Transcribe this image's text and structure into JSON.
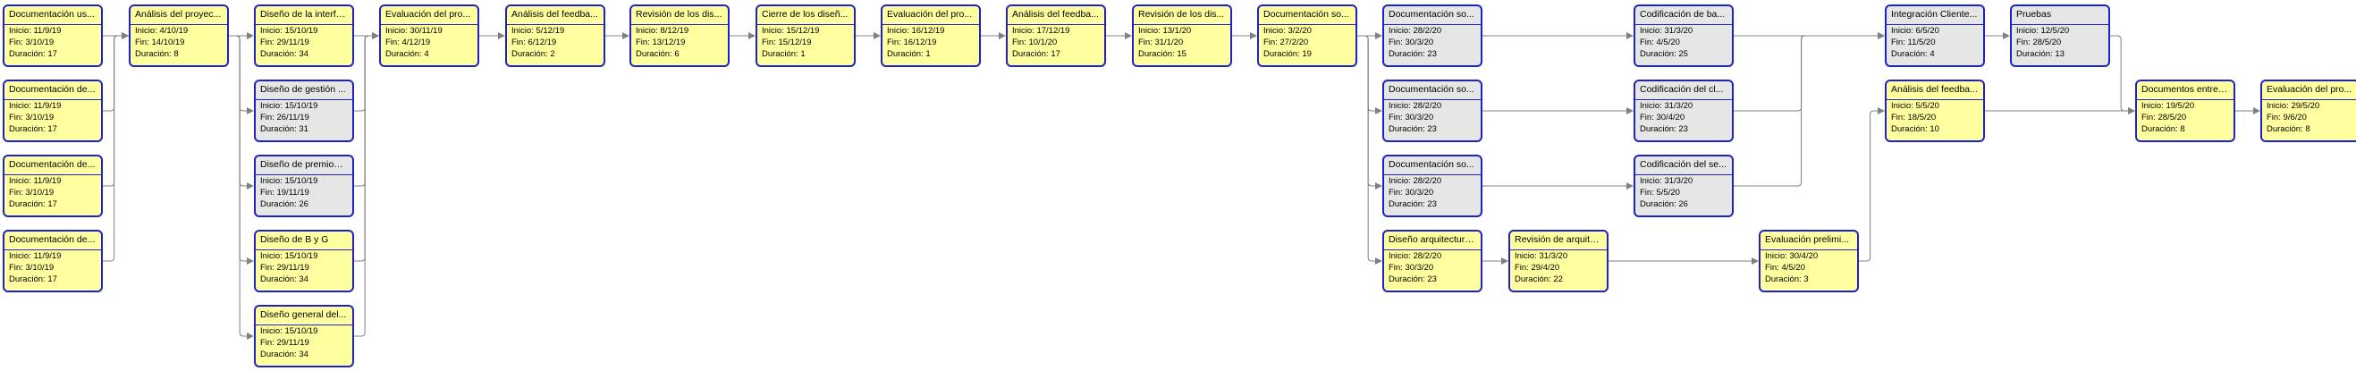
{
  "labels": {
    "start": "Inicio:",
    "end": "Fin:",
    "duration": "Duración:"
  },
  "colors": {
    "border": "#1d22c8",
    "yellow": "#ffffa0",
    "gray": "#e6e6e6",
    "link": "#808080"
  },
  "tasks": [
    {
      "id": "t1",
      "title": "Documentación us...",
      "start": "11/9/19",
      "end": "3/10/19",
      "duration": "17",
      "color": "yellow"
    },
    {
      "id": "t2",
      "title": "Documentación de...",
      "start": "11/9/19",
      "end": "3/10/19",
      "duration": "17",
      "color": "yellow"
    },
    {
      "id": "t3",
      "title": "Documentación de...",
      "start": "11/9/19",
      "end": "3/10/19",
      "duration": "17",
      "color": "yellow"
    },
    {
      "id": "t4",
      "title": "Documentación de...",
      "start": "11/9/19",
      "end": "3/10/19",
      "duration": "17",
      "color": "yellow"
    },
    {
      "id": "t5",
      "title": "Análisis del proyec...",
      "start": "4/10/19",
      "end": "14/10/19",
      "duration": "8",
      "color": "yellow"
    },
    {
      "id": "t6",
      "title": "Diseño de la interfa...",
      "start": "15/10/19",
      "end": "29/11/19",
      "duration": "34",
      "color": "yellow"
    },
    {
      "id": "t7",
      "title": "Diseño de gestión ...",
      "start": "15/10/19",
      "end": "26/11/19",
      "duration": "31",
      "color": "gray"
    },
    {
      "id": "t8",
      "title": "Diseño de premios ...",
      "start": "15/10/19",
      "end": "19/11/19",
      "duration": "26",
      "color": "gray"
    },
    {
      "id": "t9",
      "title": "Diseño de B y G",
      "start": "15/10/19",
      "end": "29/11/19",
      "duration": "34",
      "color": "yellow"
    },
    {
      "id": "t10",
      "title": "Diseño general del...",
      "start": "15/10/19",
      "end": "29/11/19",
      "duration": "34",
      "color": "yellow"
    },
    {
      "id": "t11",
      "title": "Evaluación del pro...",
      "start": "30/11/19",
      "end": "4/12/19",
      "duration": "4",
      "color": "yellow"
    },
    {
      "id": "t12",
      "title": "Análisis del feedba...",
      "start": "5/12/19",
      "end": "6/12/19",
      "duration": "2",
      "color": "yellow"
    },
    {
      "id": "t13",
      "title": "Revisión de los dis...",
      "start": "8/12/19",
      "end": "13/12/19",
      "duration": "6",
      "color": "yellow"
    },
    {
      "id": "t14",
      "title": "Cierre de los diseñ...",
      "start": "15/12/19",
      "end": "15/12/19",
      "duration": "1",
      "color": "yellow"
    },
    {
      "id": "t15",
      "title": "Evaluación del pro...",
      "start": "16/12/19",
      "end": "16/12/19",
      "duration": "1",
      "color": "yellow"
    },
    {
      "id": "t16",
      "title": "Análisis del feedba...",
      "start": "17/12/19",
      "end": "10/1/20",
      "duration": "17",
      "color": "yellow"
    },
    {
      "id": "t17",
      "title": "Revisión de los dis...",
      "start": "13/1/20",
      "end": "31/1/20",
      "duration": "15",
      "color": "yellow"
    },
    {
      "id": "t18",
      "title": "Documentación so...",
      "start": "3/2/20",
      "end": "27/2/20",
      "duration": "19",
      "color": "yellow"
    },
    {
      "id": "t19",
      "title": "Documentación so...",
      "start": "28/2/20",
      "end": "30/3/20",
      "duration": "23",
      "color": "gray"
    },
    {
      "id": "t20",
      "title": "Documentación so...",
      "start": "28/2/20",
      "end": "30/3/20",
      "duration": "23",
      "color": "gray"
    },
    {
      "id": "t21",
      "title": "Documentación so...",
      "start": "28/2/20",
      "end": "30/3/20",
      "duration": "23",
      "color": "gray"
    },
    {
      "id": "t22",
      "title": "Diseño arquitectura...",
      "start": "28/2/20",
      "end": "30/3/20",
      "duration": "23",
      "color": "yellow"
    },
    {
      "id": "t23",
      "title": "Revisión de arquite...",
      "start": "31/3/20",
      "end": "29/4/20",
      "duration": "22",
      "color": "yellow"
    },
    {
      "id": "t24",
      "title": "Codificación de ba...",
      "start": "31/3/20",
      "end": "4/5/20",
      "duration": "25",
      "color": "gray"
    },
    {
      "id": "t25",
      "title": "Codificación del cl...",
      "start": "31/3/20",
      "end": "30/4/20",
      "duration": "23",
      "color": "gray"
    },
    {
      "id": "t26",
      "title": "Codificación del se...",
      "start": "31/3/20",
      "end": "5/5/20",
      "duration": "26",
      "color": "gray"
    },
    {
      "id": "t27",
      "title": "Evaluación prelimi...",
      "start": "30/4/20",
      "end": "4/5/20",
      "duration": "3",
      "color": "yellow"
    },
    {
      "id": "t28",
      "title": "Integración Cliente...",
      "start": "6/5/20",
      "end": "11/5/20",
      "duration": "4",
      "color": "gray"
    },
    {
      "id": "t29",
      "title": "Análisis del feedba...",
      "start": "5/5/20",
      "end": "18/5/20",
      "duration": "10",
      "color": "yellow"
    },
    {
      "id": "t30",
      "title": "Pruebas",
      "start": "12/5/20",
      "end": "28/5/20",
      "duration": "13",
      "color": "gray"
    },
    {
      "id": "t31",
      "title": "Documentos entreg...",
      "start": "19/5/20",
      "end": "28/5/20",
      "duration": "8",
      "color": "yellow"
    },
    {
      "id": "t32",
      "title": "Evaluación del pro...",
      "start": "29/5/20",
      "end": "9/6/20",
      "duration": "8",
      "color": "yellow"
    }
  ],
  "links": [
    [
      "t1",
      "t5"
    ],
    [
      "t2",
      "t5"
    ],
    [
      "t3",
      "t5"
    ],
    [
      "t4",
      "t5"
    ],
    [
      "t5",
      "t6"
    ],
    [
      "t5",
      "t7"
    ],
    [
      "t5",
      "t8"
    ],
    [
      "t5",
      "t9"
    ],
    [
      "t5",
      "t10"
    ],
    [
      "t6",
      "t11"
    ],
    [
      "t7",
      "t11"
    ],
    [
      "t8",
      "t11"
    ],
    [
      "t9",
      "t11"
    ],
    [
      "t10",
      "t11"
    ],
    [
      "t11",
      "t12"
    ],
    [
      "t12",
      "t13"
    ],
    [
      "t13",
      "t14"
    ],
    [
      "t14",
      "t15"
    ],
    [
      "t15",
      "t16"
    ],
    [
      "t16",
      "t17"
    ],
    [
      "t17",
      "t18"
    ],
    [
      "t18",
      "t19"
    ],
    [
      "t18",
      "t20"
    ],
    [
      "t18",
      "t21"
    ],
    [
      "t18",
      "t22"
    ],
    [
      "t19",
      "t24"
    ],
    [
      "t20",
      "t25"
    ],
    [
      "t21",
      "t26"
    ],
    [
      "t22",
      "t23"
    ],
    [
      "t23",
      "t27"
    ],
    [
      "t24",
      "t28"
    ],
    [
      "t25",
      "t28"
    ],
    [
      "t26",
      "t28"
    ],
    [
      "t27",
      "t29"
    ],
    [
      "t28",
      "t30"
    ],
    [
      "t30",
      "t31"
    ],
    [
      "t29",
      "t31"
    ],
    [
      "t31",
      "t32"
    ]
  ]
}
